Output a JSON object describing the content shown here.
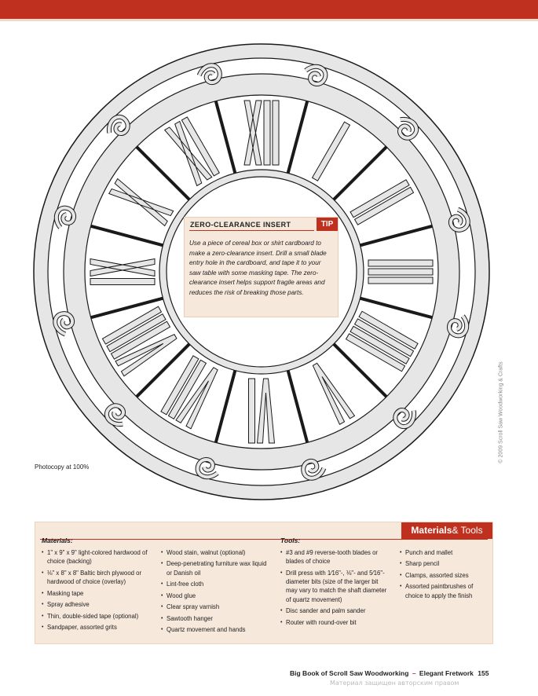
{
  "tip": {
    "title": "ZERO-CLEARANCE INSERT",
    "badge": "TIP",
    "body": "Use a piece of cereal box or shirt cardboard to make a zero-clearance insert. Drill a small blade entry hole in the cardboard, and tape it to your saw table with some masking tape. The zero-clearance insert helps support fragile areas and reduces the risk of breaking those parts."
  },
  "pattern": {
    "note": "Photocopy at 100%",
    "numerals": [
      "XII",
      "I",
      "II",
      "III",
      "IIII",
      "V",
      "VI",
      "VII",
      "VIII",
      "IX",
      "X",
      "XI"
    ]
  },
  "copyright": "© 2009 Scroll Saw Woodworking & Crafts",
  "materials_panel": {
    "badge_bold": "Materials",
    "badge_rest": "& Tools",
    "materials_label": "Materials:",
    "tools_label": "Tools:",
    "materials_col1": [
      "1\" x 9\" x 9\" light-colored hardwood of choice (backing)",
      "⅛\" x 8\" x 8\" Baltic birch plywood or hardwood of choice (overlay)",
      "Masking tape",
      "Spray adhesive",
      "Thin, double-sided tape (optional)",
      "Sandpaper, assorted grits"
    ],
    "materials_col2": [
      "Wood stain, walnut (optional)",
      "Deep-penetrating furniture wax liquid or Danish oil",
      "Lint-free cloth",
      "Wood glue",
      "Clear spray varnish",
      "Sawtooth hanger",
      "Quartz movement and hands"
    ],
    "tools_col1": [
      "#3 and #9 reverse-tooth blades or blades of choice",
      "Drill press with 1⁄16\"-, ⅛\"- and 5⁄16\"-diameter bits (size of the larger bit may vary to match the shaft diameter of quartz movement)",
      "Disc sander and palm sander",
      "Router with round-over bit"
    ],
    "tools_col2": [
      "Punch and mallet",
      "Sharp pencil",
      "Clamps, assorted sizes",
      "Assorted paintbrushes of choice to apply the finish"
    ]
  },
  "footer": {
    "book": "Big Book of Scroll Saw Woodworking",
    "separator": "–",
    "section": "Elegant Fretwork",
    "page": "155"
  },
  "watermark": "Материал защищен авторским правом",
  "colors": {
    "accent": "#c0301e",
    "panel_bg": "#f7e8dc",
    "fret_fill": "#e6e6e6"
  }
}
